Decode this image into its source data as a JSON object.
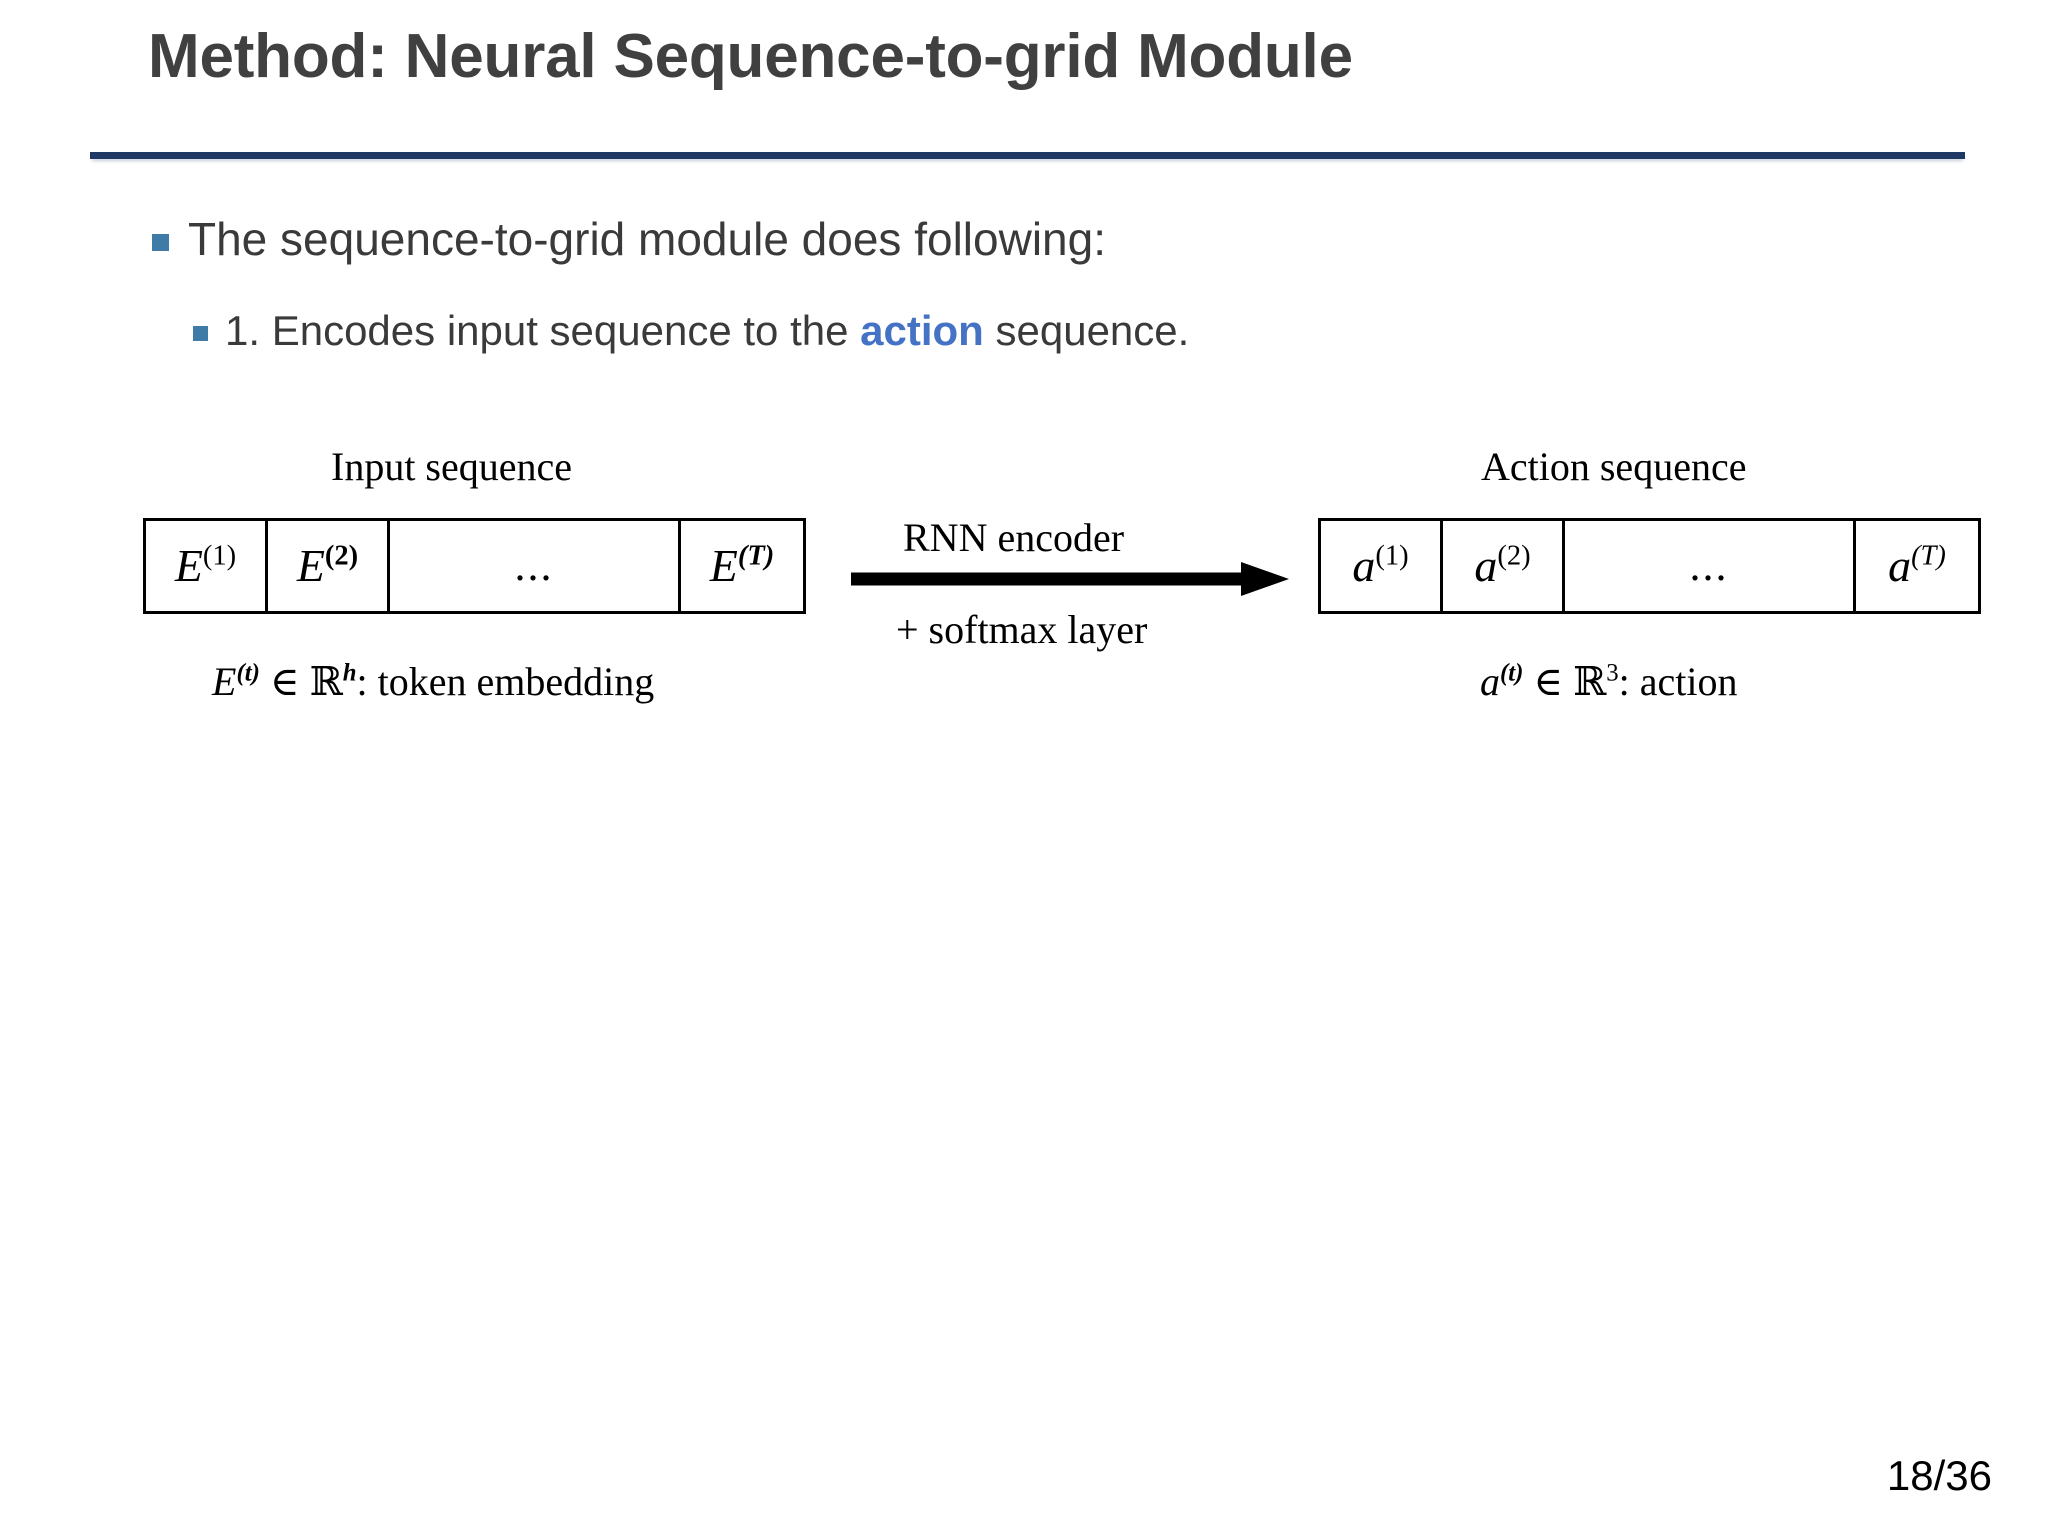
{
  "slide": {
    "title": "Method: Neural Sequence-to-grid Module",
    "accent_rule_color": "#1F3864",
    "bullet_square_color": "#3E7BA6",
    "highlight_color": "#4472C4",
    "title_color": "#404040",
    "body_color": "#3A3A3A"
  },
  "bullets": {
    "level1": {
      "text": "The sequence-to-grid module does following:"
    },
    "level2": {
      "prefix": "1. Encodes input sequence to the ",
      "highlight": "action",
      "suffix": " sequence."
    }
  },
  "diagram": {
    "input": {
      "label": "Input sequence",
      "cells": [
        {
          "base": "E",
          "sup": "(1)",
          "sup_style": "normal"
        },
        {
          "base": "E",
          "sup": "(2)",
          "sup_style": "bold"
        },
        {
          "base": "",
          "sup": "",
          "sup_style": "none",
          "ellipsis": "..."
        },
        {
          "base": "E",
          "sup": "(T)",
          "sup_style": "bold-italic"
        }
      ],
      "caption": {
        "symbol": "E",
        "symbol_sup": "(t)",
        "membership": "∈",
        "space": "ℝ",
        "space_sup": "h",
        "description": ": token embedding"
      }
    },
    "arrow": {
      "label_above": "RNN encoder",
      "label_below": "+ softmax layer",
      "icon": "right-arrow-icon",
      "color": "#000000"
    },
    "action": {
      "label": "Action sequence",
      "cells": [
        {
          "base": "a",
          "sup": "(1)",
          "sup_style": "normal"
        },
        {
          "base": "a",
          "sup": "(2)",
          "sup_style": "normal"
        },
        {
          "base": "",
          "sup": "",
          "sup_style": "none",
          "ellipsis": "..."
        },
        {
          "base": "a",
          "sup": "(T)",
          "sup_style": "italic"
        }
      ],
      "caption": {
        "symbol": "a",
        "symbol_sup": "(t)",
        "membership": "∈",
        "space": "ℝ",
        "space_sup": "3",
        "description": ": action"
      }
    }
  },
  "footer": {
    "page_number": "18/36"
  }
}
